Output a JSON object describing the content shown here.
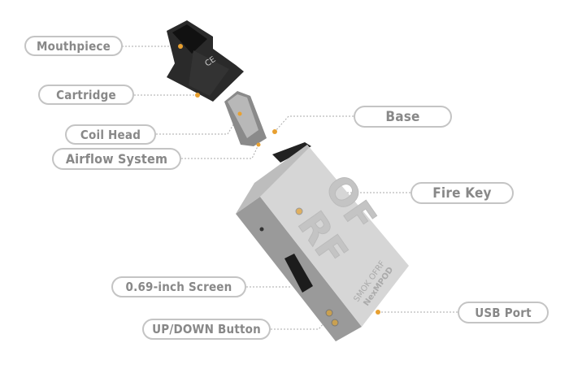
{
  "labels": {
    "mouthpiece": "Mouthpiece",
    "cartridge": "Cartridge",
    "coil_head": "Coil Head",
    "airflow_system": "Airflow System",
    "base": "Base",
    "fire_key": "Fire Key",
    "screen": "0.69-inch Screen",
    "up_down_button": "UP/DOWN Button",
    "usb_port": "USB Port"
  },
  "device_branding": {
    "brand": "SMOK",
    "model": "NexMPOD",
    "face_logo": "OFRF"
  },
  "colors": {
    "label_text": "#888888",
    "label_border": "#c4c4c4",
    "accent_dot": "#e8a030"
  }
}
